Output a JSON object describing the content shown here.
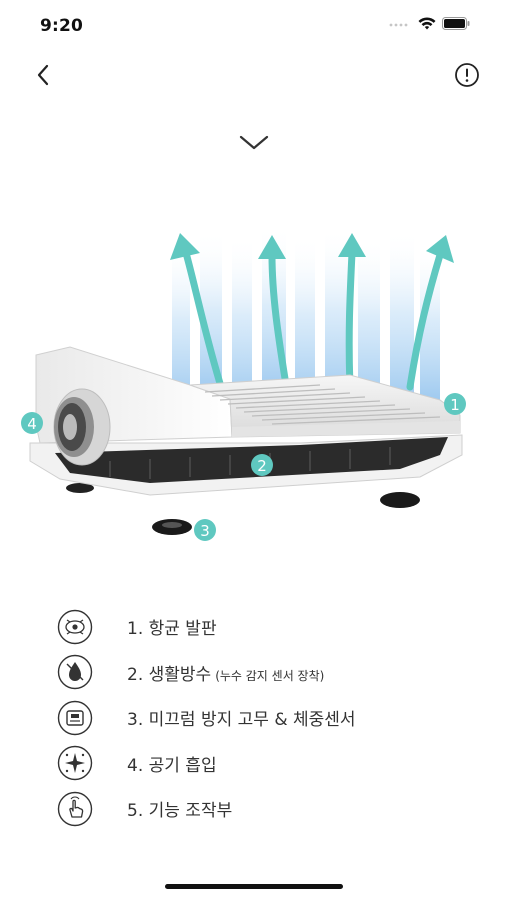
{
  "status_bar": {
    "time": "9:20"
  },
  "nav": {
    "back_icon": "chevron-left-icon",
    "info_icon": "info-circle-icon",
    "collapse_icon": "chevron-down-icon"
  },
  "illustration": {
    "markers": [
      "1",
      "2",
      "3",
      "4"
    ],
    "accent": "#5fc8c0"
  },
  "features": [
    {
      "label": "1. 항균 발판",
      "sub": "",
      "icon": "antibacterial-icon"
    },
    {
      "label": "2. 생활방수",
      "sub": "(누수 감지 센서 장착)",
      "icon": "water-drop-icon"
    },
    {
      "label": "3. 미끄럼 방지 고무 & 체중센서",
      "sub": "",
      "icon": "scale-icon"
    },
    {
      "label": "4. 공기 흡입",
      "sub": "",
      "icon": "air-intake-icon"
    },
    {
      "label": "5. 기능 조작부",
      "sub": "",
      "icon": "hand-touch-icon"
    }
  ]
}
